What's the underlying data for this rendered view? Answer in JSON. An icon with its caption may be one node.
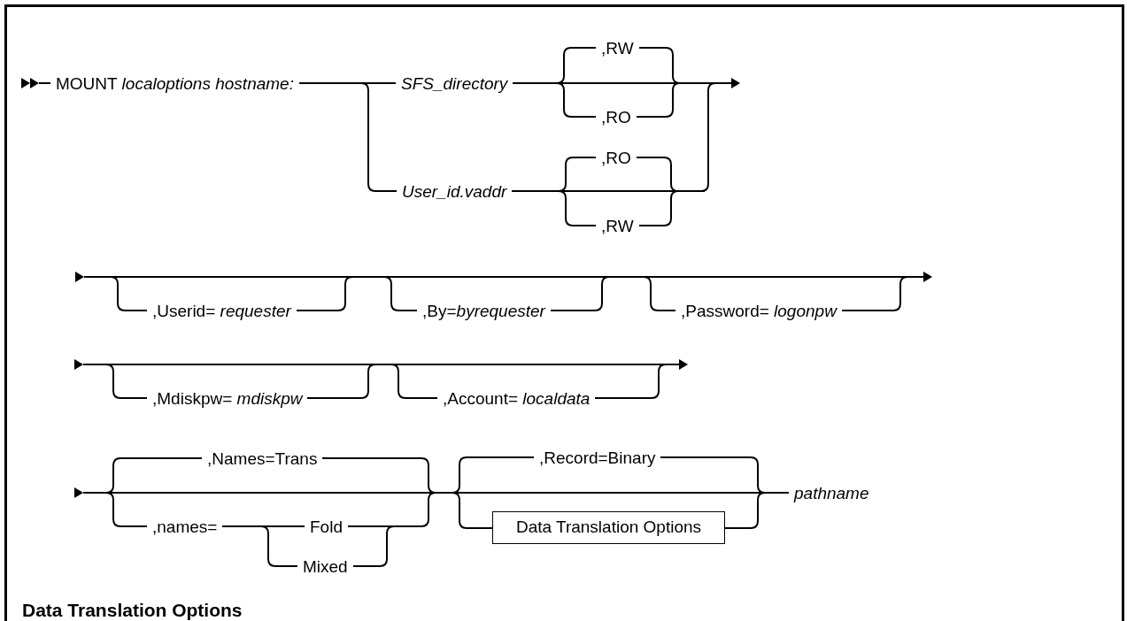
{
  "diagram": {
    "nodes": [
      {
        "text": [
          "Data Translation Options"
        ]
      }
    ],
    "labels": [
      "MOUNT *localoptions hostname:*",
      "SFS_directory",
      ",RW",
      ",RO",
      "User_id.vaddr",
      ",RO",
      ",RW",
      ",Userid= *requester*",
      ",By=*byrequester*",
      ",Password= *logonpw*",
      ",Mdiskpw= *mdiskpw*",
      ",Account= *localdata*",
      ",Names=Trans",
      ",names=",
      "Fold",
      "Mixed",
      ",Record=Binary",
      "pathname",
      "Data Translation Options"
    ]
  }
}
